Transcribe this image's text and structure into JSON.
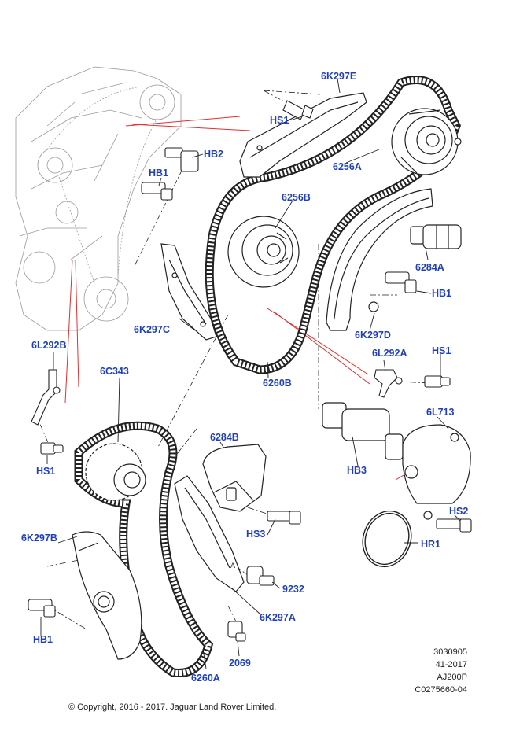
{
  "callouts": {
    "c_6K297E": "6K297E",
    "c_HS1_top": "HS1",
    "c_HB2": "HB2",
    "c_HB1_top": "HB1",
    "c_6256A": "6256A",
    "c_6256B": "6256B",
    "c_6284A": "6284A",
    "c_HB1_right": "HB1",
    "c_6K297C": "6K297C",
    "c_6K297D": "6K297D",
    "c_6L292B": "6L292B",
    "c_6L292A": "6L292A",
    "c_HS1_right": "HS1",
    "c_6260B": "6260B",
    "c_6C343": "6C343",
    "c_6L713": "6L713",
    "c_HS1_left": "HS1",
    "c_6284B": "6284B",
    "c_HB3": "HB3",
    "c_HS2": "HS2",
    "c_HS3": "HS3",
    "c_6K297B": "6K297B",
    "c_HR1": "HR1",
    "c_9232": "9232",
    "c_6K297A": "6K297A",
    "c_HB1_bottom": "HB1",
    "c_2069": "2069",
    "c_6260A": "6260A"
  },
  "meta": {
    "line1": "3030905",
    "line2": "41-2017",
    "line3": "AJ200P",
    "line4": "C0275660-04"
  },
  "copyright": "© Copyright, 2016 - 2017. Jaguar Land Rover Limited.",
  "colors": {
    "callout_text": "#1f3fbf",
    "leader_red": "#e03030",
    "line_art": "#222222",
    "ghost_engine": "#9a9a9a"
  }
}
